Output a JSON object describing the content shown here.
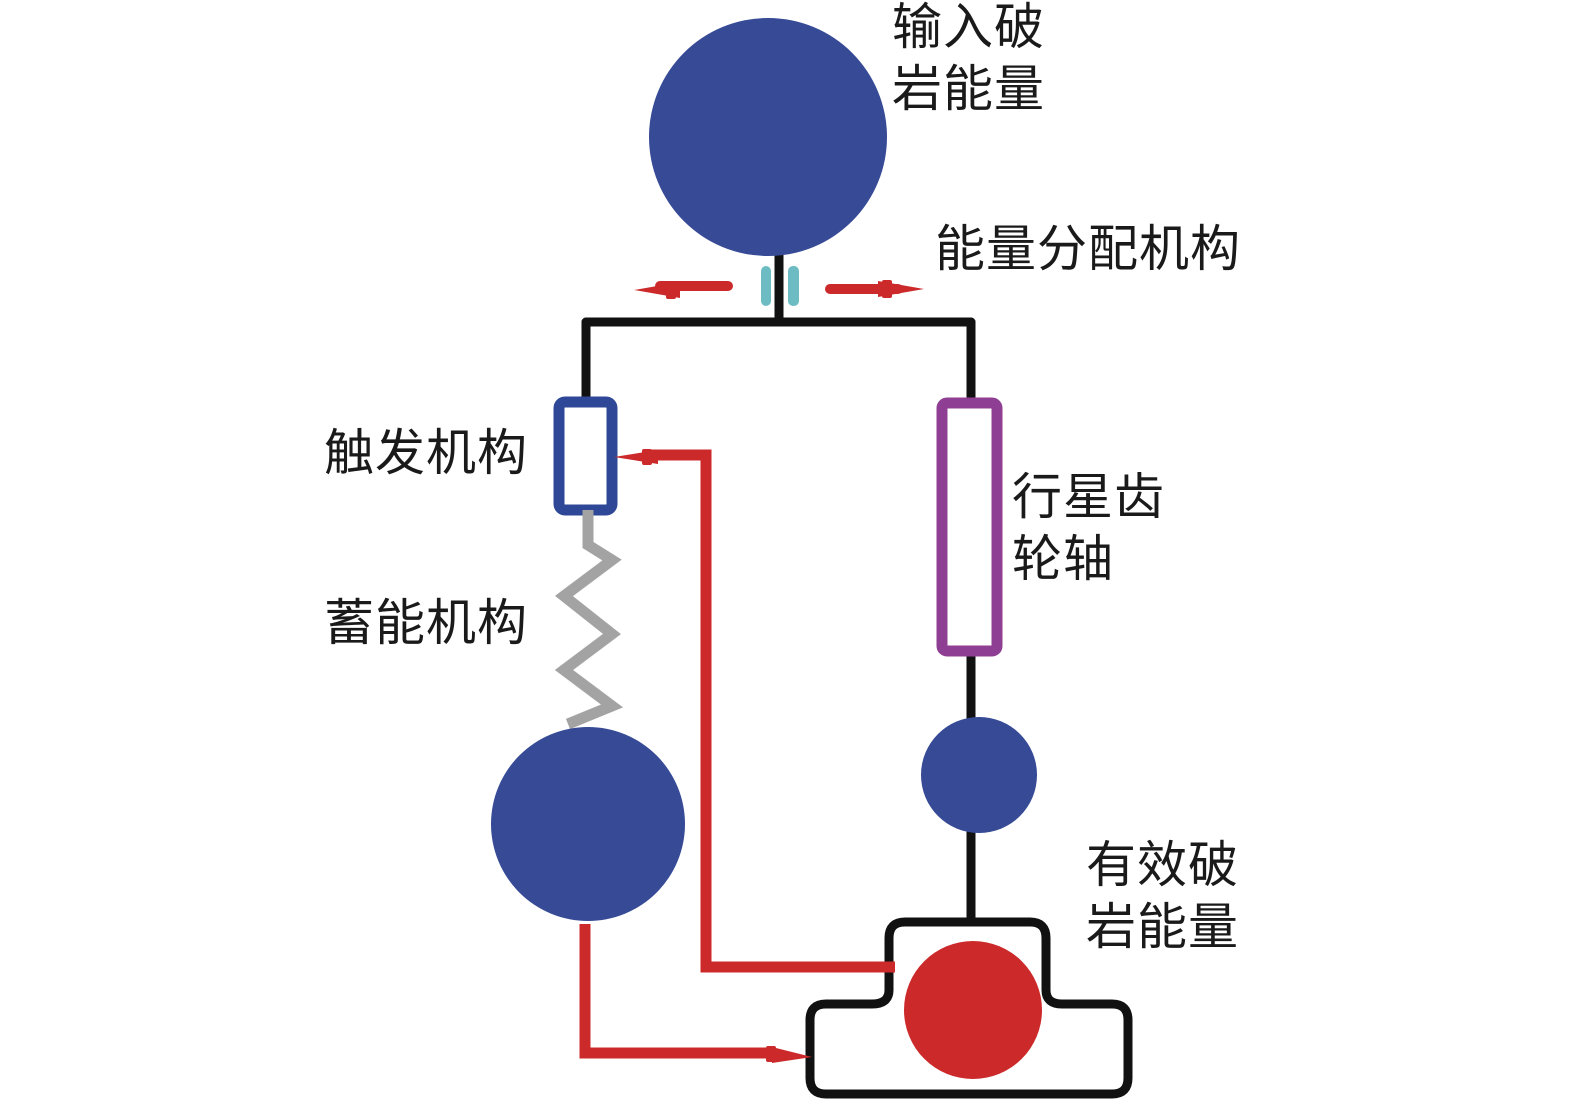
{
  "labels": {
    "input_energy": [
      "输入破",
      "岩能量"
    ],
    "energy_distribution": "能量分配机构",
    "trigger": "触发机构",
    "storage": "蓄能机构",
    "planetary_shaft": [
      "行星齿",
      "轮轴"
    ],
    "effective_energy": [
      "有效破",
      "岩能量"
    ]
  },
  "colors": {
    "energy_node": "#364a96",
    "effective_node": "#cc2a2a",
    "flow_arrow": "#cc2a2a",
    "connector": "#111111",
    "distributor": "#6dbcc4",
    "trigger_frame": "#2e4897",
    "shaft_frame": "#8f3f93",
    "spring": "#a3a3a3"
  }
}
